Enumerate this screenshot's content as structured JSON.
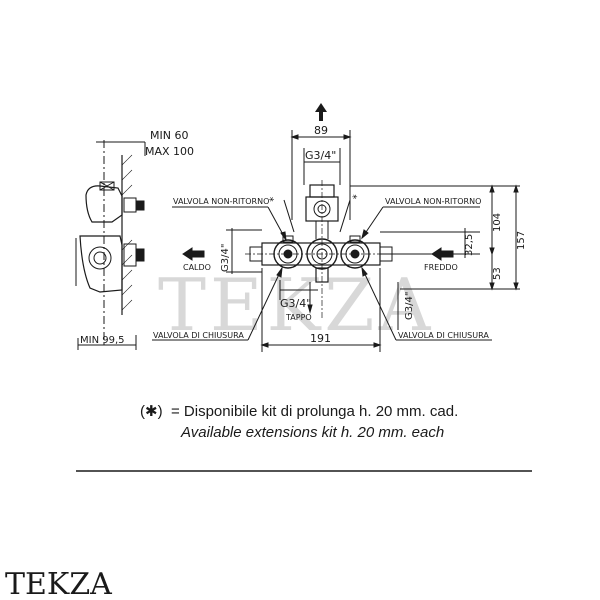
{
  "labels": {
    "min_60": "MIN 60",
    "max_100": "MAX 100",
    "min_99_5": "MIN 99,5",
    "dim_89": "89",
    "g34_top": "G3/4\"",
    "valvola_nr_left": "VALVOLA NON-RITORNO",
    "valvola_nr_right": "VALVOLA NON-RITORNO",
    "star_left": "*",
    "star_right": "*",
    "g34_left_vert": "G3/4\"",
    "caldo": "CALDO",
    "freddo": "FREDDO",
    "dim_32_5": "32,5",
    "dim_104": "104",
    "dim_157": "157",
    "dim_53": "53",
    "g34_bottom": "G3/4\"",
    "tappo": "TAPPO",
    "g34_bottom_right_vert": "G3/4\"",
    "valvola_ch_left": "VALVOLA DI CHIUSURA",
    "valvola_ch_right": "VALVOLA DI CHIUSURA",
    "dim_191": "191",
    "watermark": "TEKZA"
  },
  "note": {
    "symbol": "(✱)",
    "line1": "= Disponibile kit di prolunga h. 20 mm. cad.",
    "line2": "Available extensions kit h. 20 mm. each"
  },
  "brand": "TEKZA"
}
